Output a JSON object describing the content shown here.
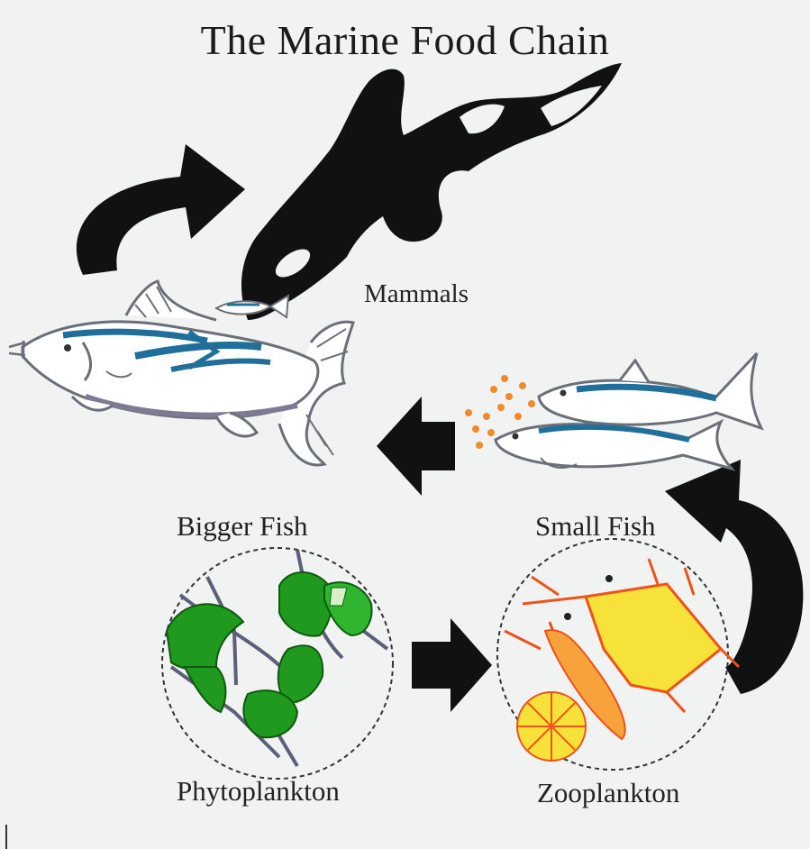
{
  "diagram": {
    "title": "The Marine Food Chain",
    "nodes": [
      {
        "id": "phytoplankton",
        "label": "Phytoplankton"
      },
      {
        "id": "zooplankton",
        "label": "Zooplankton"
      },
      {
        "id": "small_fish",
        "label": "Small Fish"
      },
      {
        "id": "bigger_fish",
        "label": "Bigger Fish"
      },
      {
        "id": "mammals",
        "label": "Mammals"
      }
    ],
    "edges": [
      {
        "from": "phytoplankton",
        "to": "zooplankton"
      },
      {
        "from": "zooplankton",
        "to": "small_fish"
      },
      {
        "from": "small_fish",
        "to": "bigger_fish"
      },
      {
        "from": "bigger_fish",
        "to": "mammals"
      }
    ],
    "colors": {
      "background": "#f1f2f2",
      "arrow": "#111111",
      "orca": "#111111",
      "fish_stripe": "#1f6f9a",
      "phytoplankton": "#1f9a1f",
      "zooplankton_body": "#f7e23a",
      "zooplankton_outline": "#f0521a",
      "fish_eggs": "#f08a2a"
    }
  }
}
